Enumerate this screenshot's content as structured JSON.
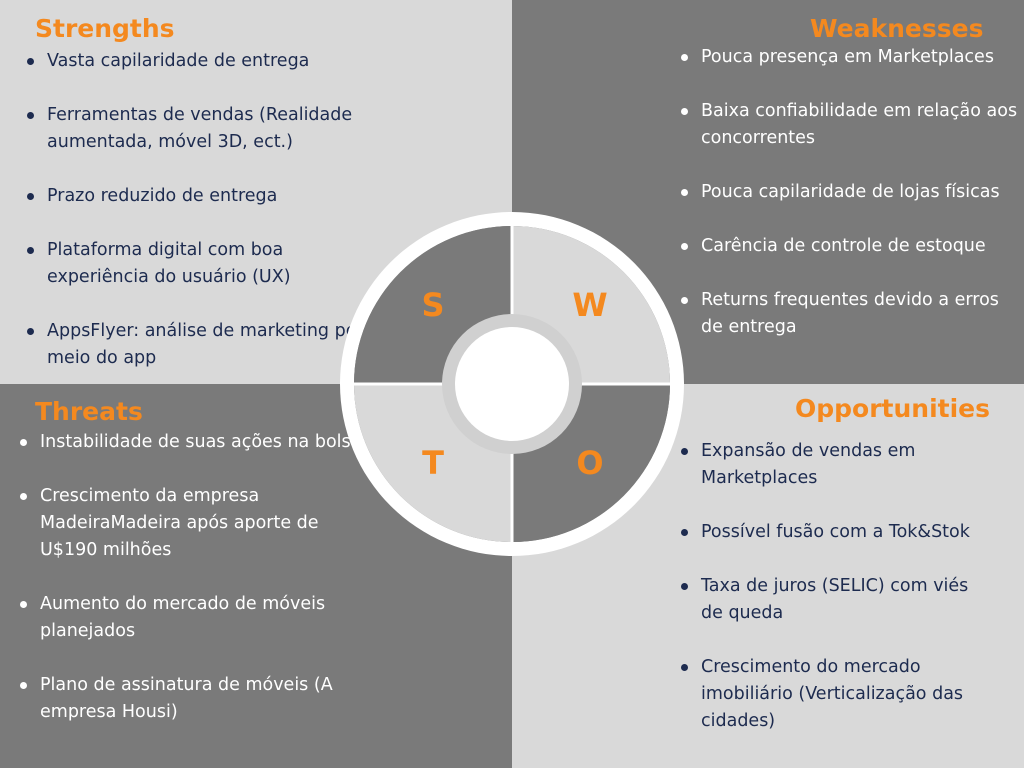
{
  "strengths": {
    "title": "Strengths",
    "items": [
      "Vasta capilaridade de entrega",
      "Ferramentas de vendas (Realidade aumentada, móvel 3D, ect.)",
      "Prazo reduzido de entrega",
      "Plataforma digital com boa experiência do usuário (UX)",
      "AppsFlyer: análise de marketing por meio do app"
    ]
  },
  "weaknesses": {
    "title": "Weaknesses",
    "items": [
      "Pouca presença em Marketplaces",
      "Baixa confiabilidade em relação aos concorrentes",
      "Pouca capilaridade de lojas físicas",
      "Carência de controle de estoque",
      "Returns frequentes devido a erros de entrega"
    ]
  },
  "threats": {
    "title": "Threats",
    "items": [
      "Instabilidade de suas ações na bolsa",
      "Crescimento da empresa MadeiraMadeira após aporte de U$190 milhões",
      "Aumento do mercado de móveis planejados",
      "Plano de assinatura de móveis (A empresa Housi)"
    ]
  },
  "opportunities": {
    "title": "Opportunities",
    "items": [
      "Expansão de vendas em Marketplaces",
      "Possível fusão com a Tok&Stok",
      "Taxa de juros (SELIC) com viés de queda",
      "Crescimento do mercado imobiliário (Verticalização das cidades)"
    ]
  },
  "center": {
    "letter_s": "S",
    "letter_w": "W",
    "letter_t": "T",
    "letter_o": "O"
  },
  "colors": {
    "accent": "#f4891f",
    "light_bg": "#d9d9d9",
    "dark_bg": "#7a7a7a",
    "dark_text": "#1d2b4f"
  }
}
